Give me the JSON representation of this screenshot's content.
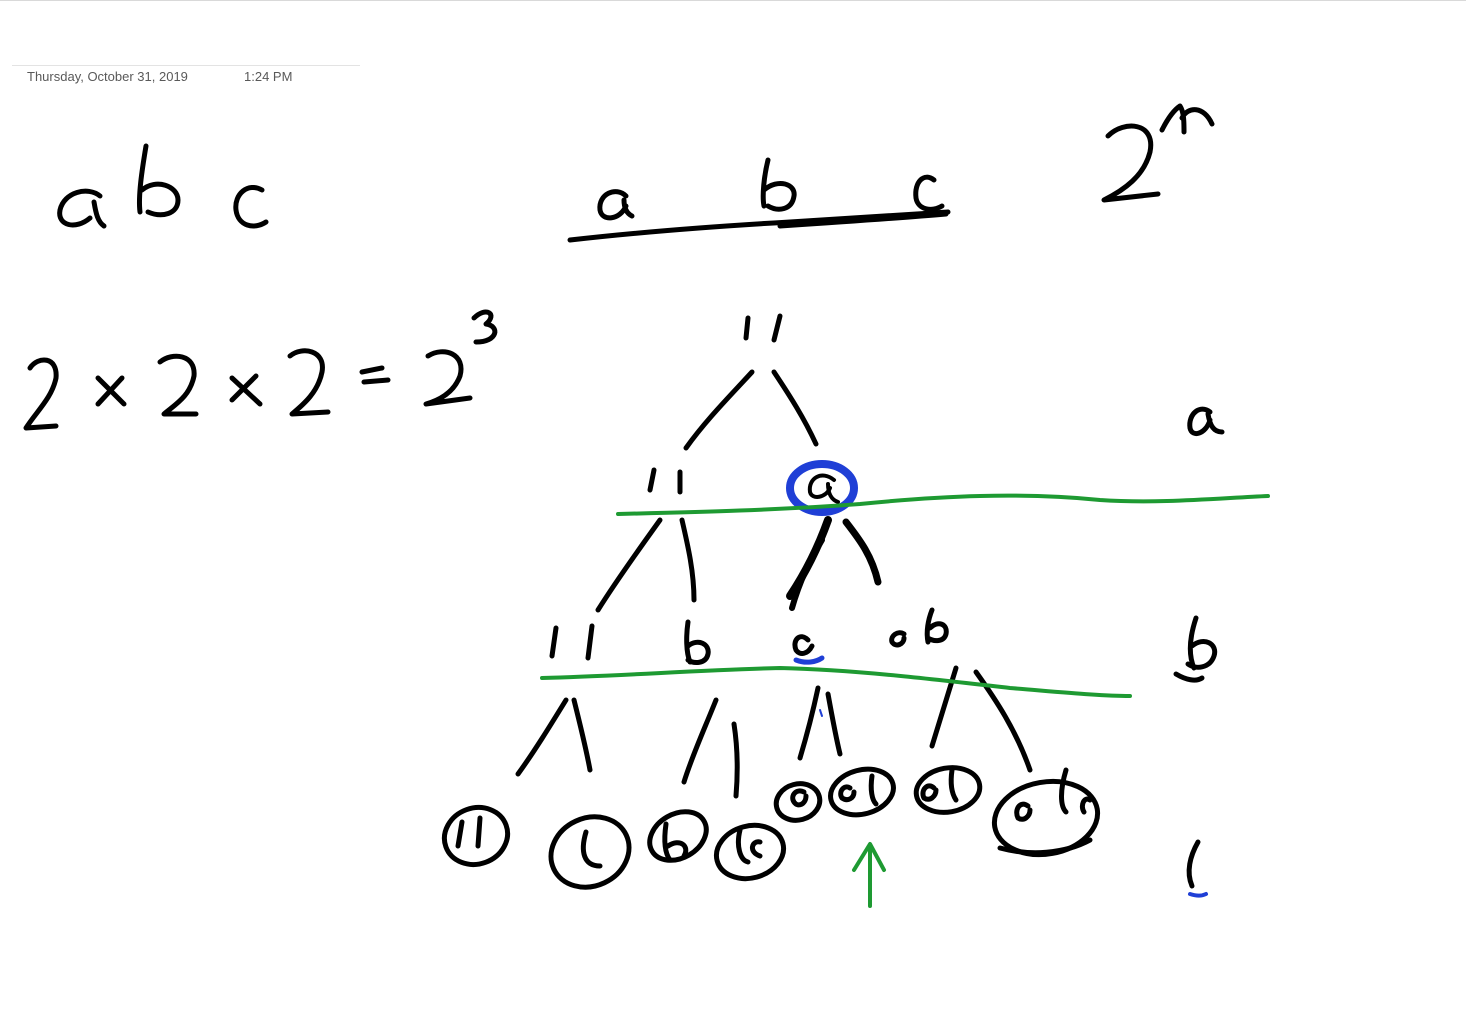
{
  "note": {
    "date": "Thursday, October 31, 2019",
    "time": "1:24 PM"
  },
  "ink": {
    "colors": {
      "pen": "#000000",
      "highlight_blue": "#1f3fd6",
      "line_green": "#1e9a32"
    },
    "handwritten_text": [
      "a b c",
      "2 × 2 × 2 = 2^3",
      "a b c",
      "2^n",
      "a",
      "b",
      "c"
    ]
  }
}
